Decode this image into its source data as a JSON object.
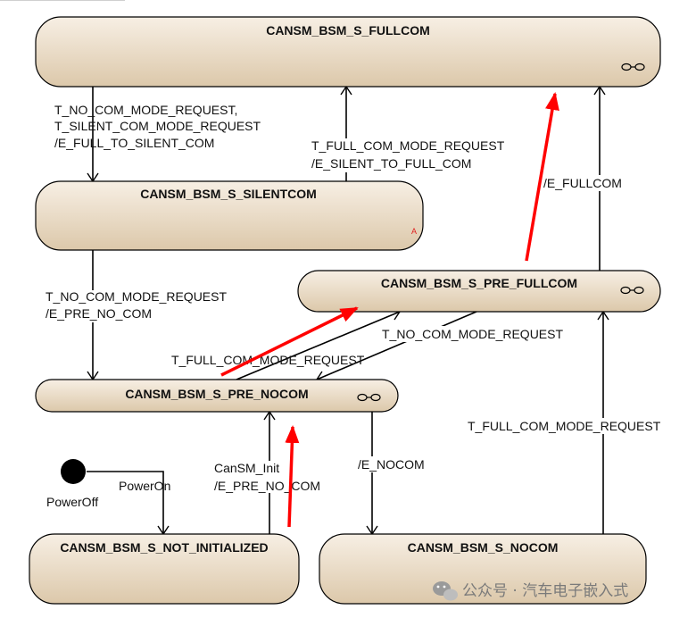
{
  "states": {
    "fullcom": "CANSM_BSM_S_FULLCOM",
    "silentcom": "CANSM_BSM_S_SILENTCOM",
    "pre_fullcom": "CANSM_BSM_S_PRE_FULLCOM",
    "pre_nocom": "CANSM_BSM_S_PRE_NOCOM",
    "not_initialized": "CANSM_BSM_S_NOT_INITIALIZED",
    "nocom": "CANSM_BSM_S_NOCOM"
  },
  "transitions": {
    "full_to_silent": [
      "T_NO_COM_MODE_REQUEST,",
      "T_SILENT_COM_MODE_REQUEST",
      "/E_FULL_TO_SILENT_COM"
    ],
    "silent_to_full": [
      "T_FULL_COM_MODE_REQUEST",
      "/E_SILENT_TO_FULL_COM"
    ],
    "e_fullcom": "/E_FULLCOM",
    "silent_to_prenocom": [
      "T_NO_COM_MODE_REQUEST",
      "/E_PRE_NO_COM"
    ],
    "prefull_to_prenocom": "T_NO_COM_MODE_REQUEST",
    "prenocom_to_prefull": "T_FULL_COM_MODE_REQUEST",
    "init_to_prenocom": [
      "CanSM_Init",
      "/E_PRE_NO_COM"
    ],
    "prenocom_to_nocom": "/E_NOCOM",
    "nocom_to_prefull": "T_FULL_COM_MODE_REQUEST",
    "power_on": "PowerOn",
    "power_off": "PowerOff"
  },
  "small_marker": "A",
  "watermark": "公众号 · 汽车电子嵌入式",
  "colors": {
    "state_fill_top": "#f7efe4",
    "state_fill_bottom": "#dcc8aa",
    "stroke": "#000000",
    "highlight_arrow": "#ff0000"
  }
}
